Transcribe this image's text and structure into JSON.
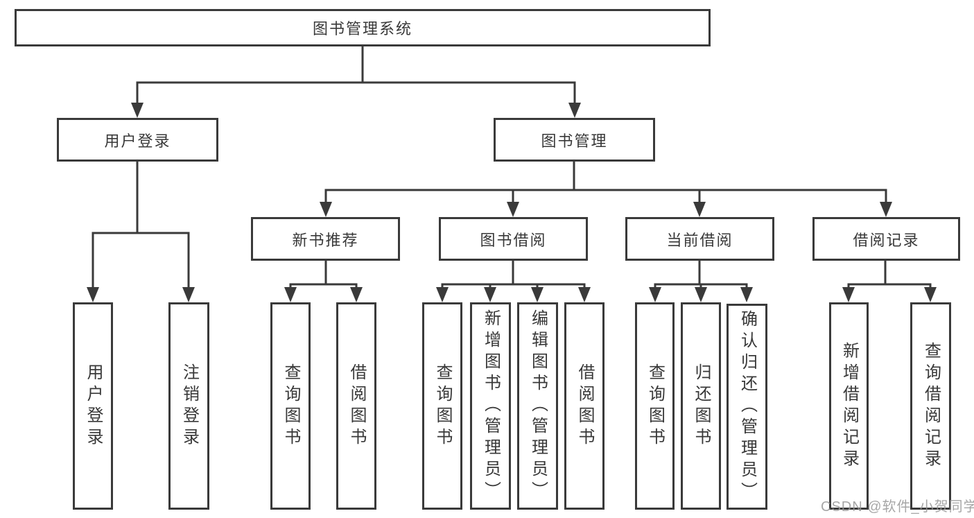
{
  "diagram": {
    "root": {
      "label": "图书管理系统",
      "children": [
        {
          "label": "用户登录",
          "children": [
            {
              "label": "用户登录"
            },
            {
              "label": "注销登录"
            }
          ]
        },
        {
          "label": "图书管理",
          "children": [
            {
              "label": "新书推荐",
              "children": [
                {
                  "label": "查询图书"
                },
                {
                  "label": "借阅图书"
                }
              ]
            },
            {
              "label": "图书借阅",
              "children": [
                {
                  "label": "查询图书"
                },
                {
                  "label": "新增图书（管理员）"
                },
                {
                  "label": "编辑图书（管理员）"
                },
                {
                  "label": "借阅图书"
                }
              ]
            },
            {
              "label": "当前借阅",
              "children": [
                {
                  "label": "查询图书"
                },
                {
                  "label": "归还图书"
                },
                {
                  "label": "确认归还（管理员）"
                }
              ]
            },
            {
              "label": "借阅记录",
              "children": [
                {
                  "label": "新增借阅记录"
                },
                {
                  "label": "查询借阅记录"
                }
              ]
            }
          ]
        }
      ]
    }
  },
  "watermark": {
    "text": "CSDN @软件_小贺同学"
  },
  "colors": {
    "line": "#3a3a3a",
    "text": "#383838",
    "background": "#ffffff",
    "watermark": "#969696"
  }
}
